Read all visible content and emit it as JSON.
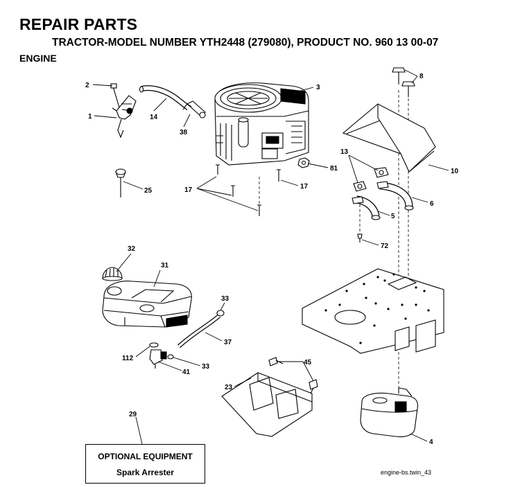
{
  "header": {
    "title": "REPAIR PARTS",
    "subtitle": "TRACTOR-MODEL NUMBER YTH2448 (279080), PRODUCT NO. 960 13 00-07",
    "section": "ENGINE"
  },
  "callouts": [
    {
      "id": "c2",
      "text": "2"
    },
    {
      "id": "c1",
      "text": "1"
    },
    {
      "id": "c14",
      "text": "14"
    },
    {
      "id": "c38",
      "text": "38"
    },
    {
      "id": "c3",
      "text": "3"
    },
    {
      "id": "c8",
      "text": "8"
    },
    {
      "id": "c10",
      "text": "10"
    },
    {
      "id": "c13",
      "text": "13"
    },
    {
      "id": "c6",
      "text": "6"
    },
    {
      "id": "c5",
      "text": "5"
    },
    {
      "id": "c72",
      "text": "72"
    },
    {
      "id": "c81",
      "text": "81"
    },
    {
      "id": "c17a",
      "text": "17"
    },
    {
      "id": "c17b",
      "text": "17"
    },
    {
      "id": "c25",
      "text": "25"
    },
    {
      "id": "c32",
      "text": "32"
    },
    {
      "id": "c31",
      "text": "31"
    },
    {
      "id": "c33a",
      "text": "33"
    },
    {
      "id": "c37",
      "text": "37"
    },
    {
      "id": "c112",
      "text": "112"
    },
    {
      "id": "c33b",
      "text": "33"
    },
    {
      "id": "c41",
      "text": "41"
    },
    {
      "id": "c45",
      "text": "45"
    },
    {
      "id": "c23",
      "text": "23"
    },
    {
      "id": "c29",
      "text": "29"
    },
    {
      "id": "c4",
      "text": "4"
    }
  ],
  "optional_box": {
    "line1": "OPTIONAL EQUIPMENT",
    "line2": "Spark Arrester"
  },
  "figure_code": "engine-bs.twin_43"
}
